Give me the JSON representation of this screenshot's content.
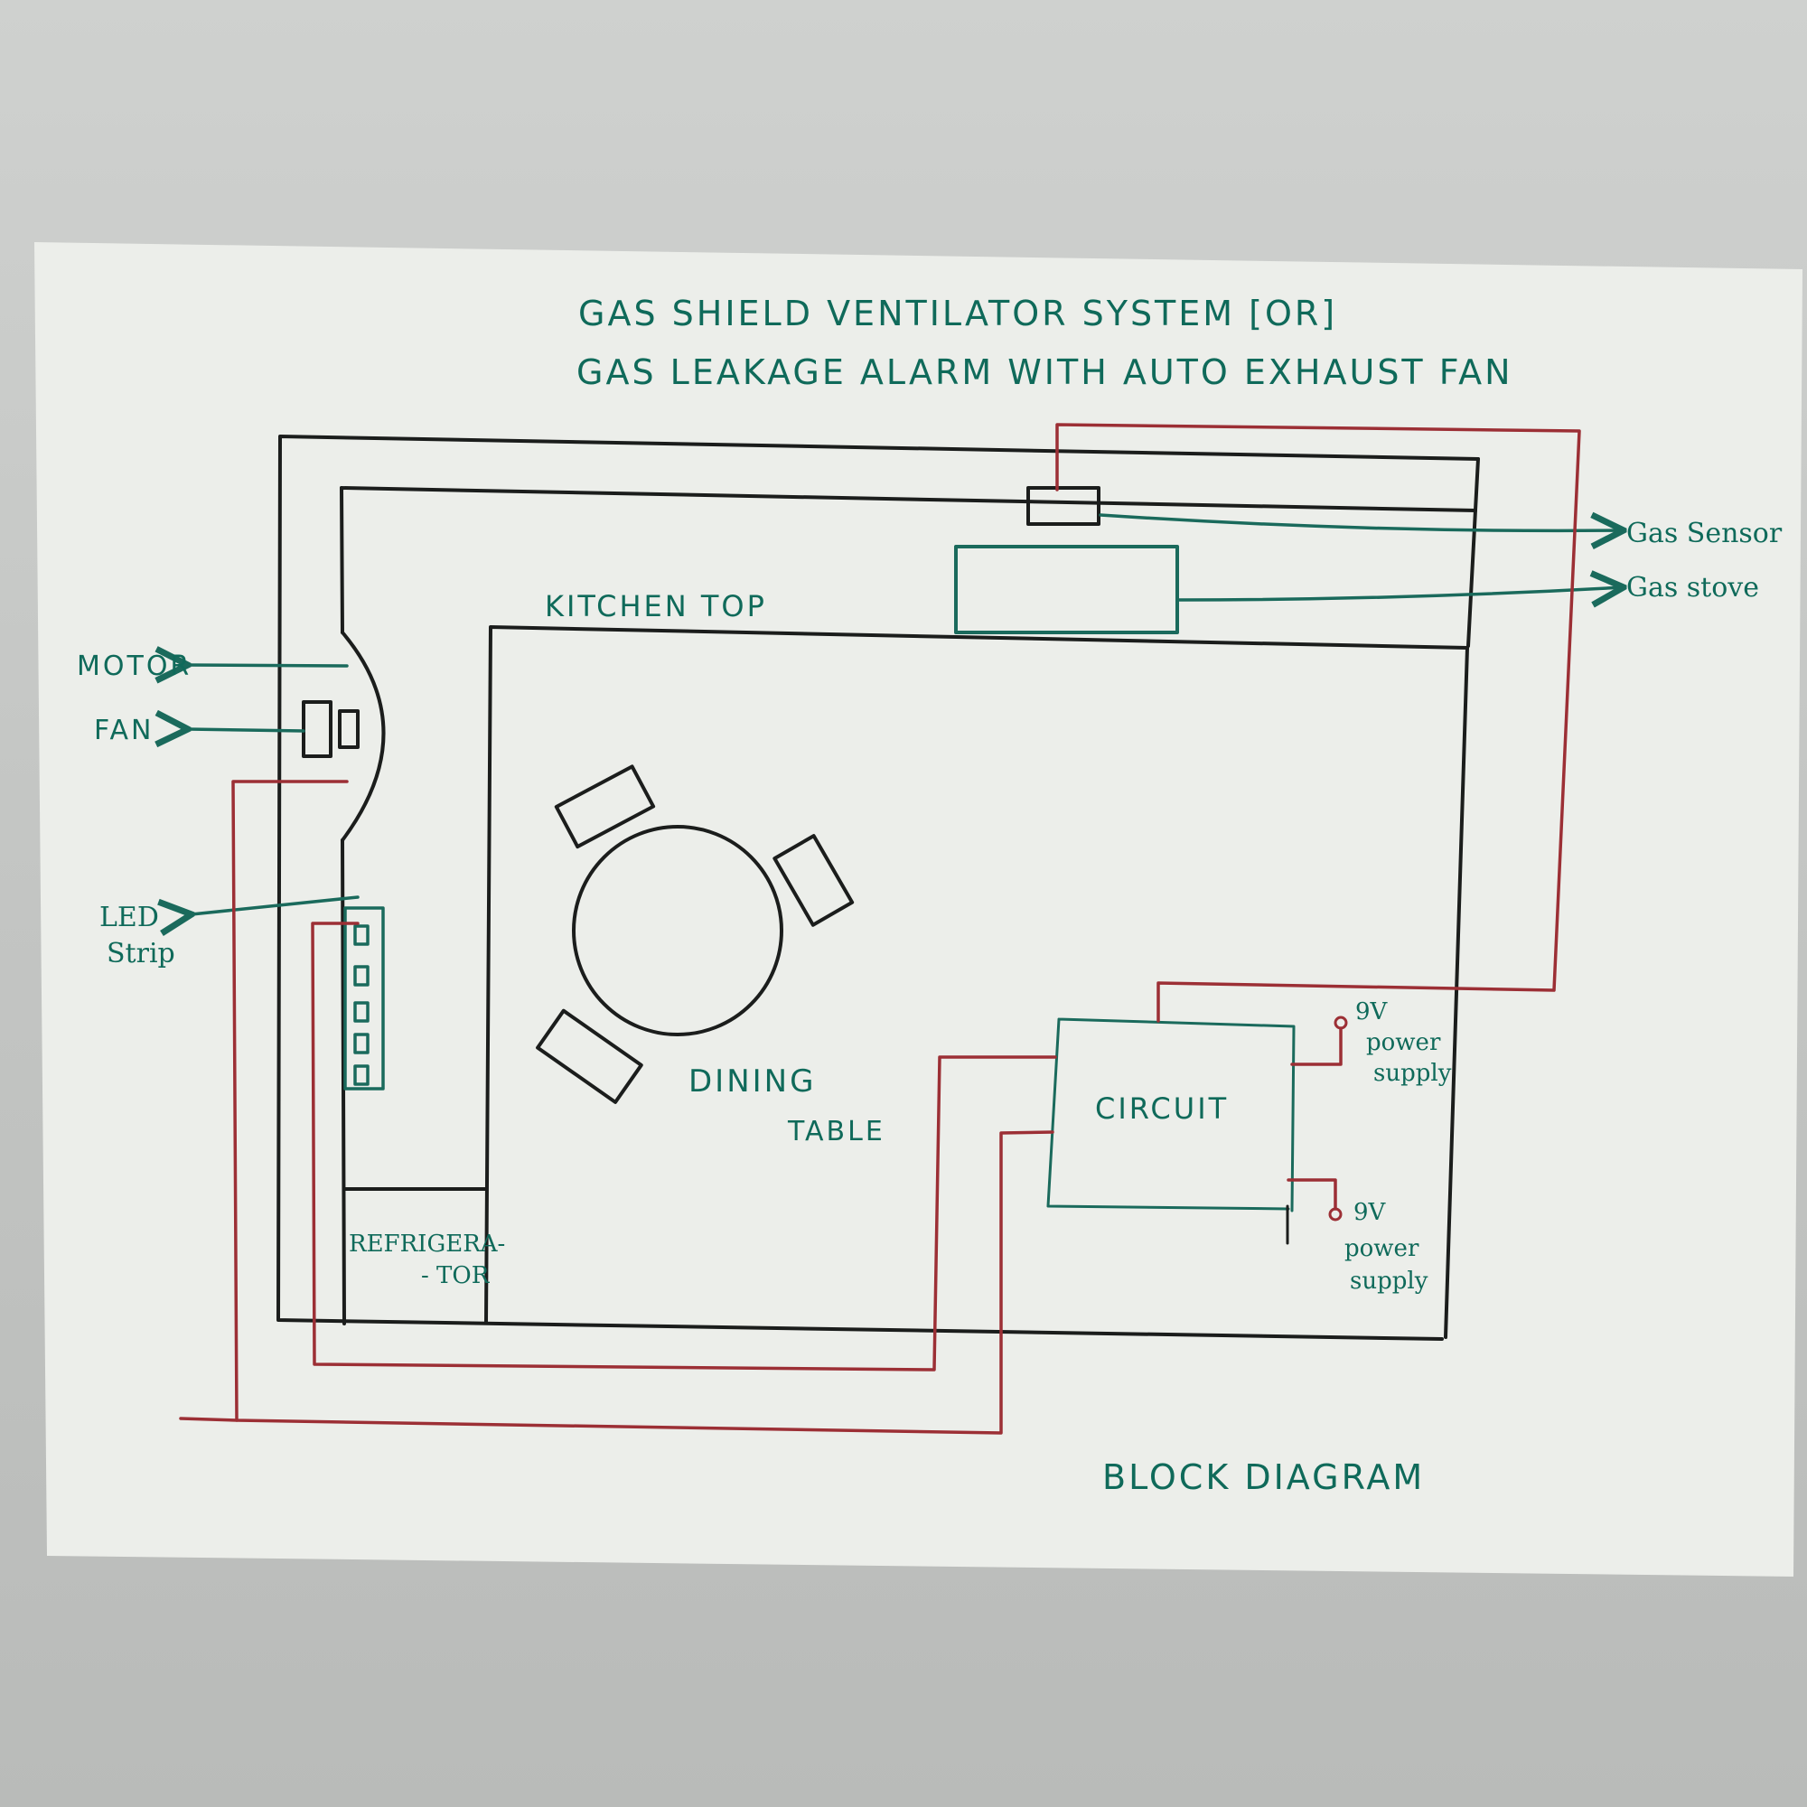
{
  "title": {
    "line1": "GAS SHIELD VENTILATOR SYSTEM [OR]",
    "line2": "GAS LEAKAGE ALARM WITH AUTO EXHAUST FAN"
  },
  "labels": {
    "kitchen_top": "KITCHEN TOP",
    "gas_sensor": "Gas Sensor",
    "gas_stove": "Gas stove",
    "motor": "MOTOR",
    "fan": "FAN",
    "led": "LED",
    "strip": "Strip",
    "dining": "DINING",
    "table": "TABLE",
    "circuit": "CIRCUIT",
    "refrigerator_1": "REFRIGERA-",
    "refrigerator_2": "- TOR",
    "power_top_1": "9V",
    "power_top_2": "power",
    "power_top_3": "supply",
    "power_bottom_1": "9V",
    "power_bottom_2": "power",
    "power_bottom_3": "supply",
    "footer": "BLOCK DIAGRAM"
  },
  "colors": {
    "ink_green": "#0f6a5a",
    "ink_black": "#1b1d1c",
    "wire_red": "#9c2f35",
    "paper": "#eceeea"
  }
}
